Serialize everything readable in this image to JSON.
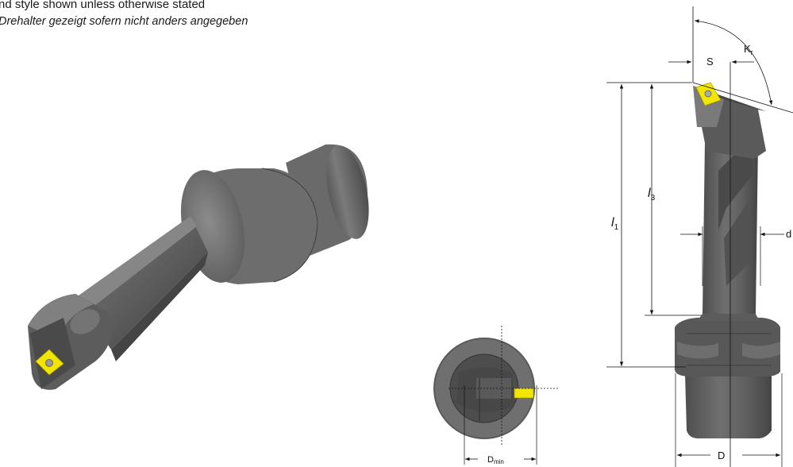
{
  "captions": {
    "line1": "nd style shown unless otherwise stated",
    "line2": "Drehalter gezeigt sofern nicht anders angegeben"
  },
  "dimensions": {
    "s": "S",
    "kr": "K",
    "kr_sub": "r",
    "l1": "l",
    "l1_sub": "1",
    "l3": "l",
    "l3_sub": "3",
    "d_small": "d",
    "d_large": "D",
    "dmin": "D",
    "dmin_sub": "min"
  },
  "colors": {
    "body": "#6b6b6b",
    "body_dark": "#4a4a4a",
    "body_light": "#8a8a8a",
    "insert": "#f2e600",
    "line": "#222222"
  }
}
